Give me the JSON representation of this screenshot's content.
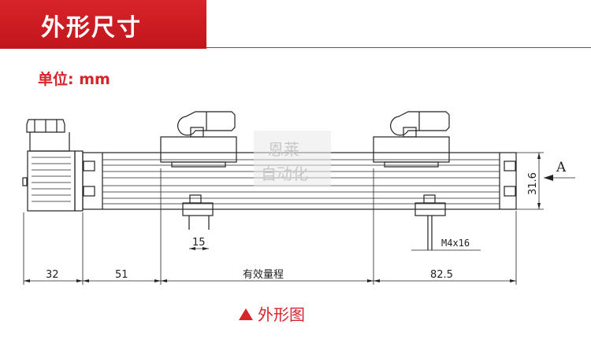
{
  "header": {
    "title": "外形尺寸"
  },
  "unit": {
    "label": "单位: mm"
  },
  "watermark": {
    "line1": "恩莱",
    "line2": "自动化"
  },
  "dimensions": {
    "d32": "32",
    "d51": "51",
    "stroke": "有效量程",
    "d82_5": "82.5",
    "d15": "15",
    "thread": "M4x16",
    "height": "31.6",
    "view": "A"
  },
  "caption": {
    "text": "外形图"
  },
  "colors": {
    "accent": "#d8232a",
    "line": "#222222"
  }
}
